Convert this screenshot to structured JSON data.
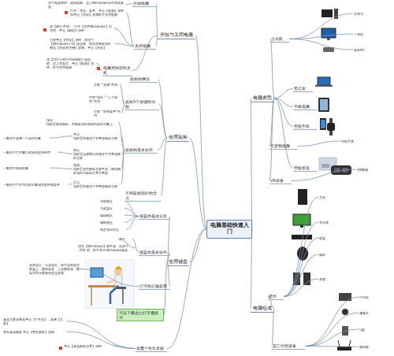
{
  "diagram": {
    "nodes": [
      {
        "text": [
          "电脑基础快速入门"
        ]
      },
      {
        "text": [
          "电脑类型"
        ]
      },
      {
        "text": [
          "台式机"
        ]
      },
      {
        "text": [
          "分体式"
        ]
      },
      {
        "text": [
          "一体机"
        ]
      },
      {
        "text": [
          "迷你PC"
        ]
      },
      {
        "text": [
          "笔记本"
        ]
      },
      {
        "text": [
          "平板电脑"
        ]
      },
      {
        "text": [
          "智能手机"
        ]
      },
      {
        "text": [
          "可穿戴电脑"
        ]
      },
      {
        "text": [
          "智能手表"
        ]
      },
      {
        "text": [
          "智能家居"
        ]
      },
      {
        "text": [
          "VR设备"
        ]
      },
      {
        "text": [
          "VR眼镜"
        ]
      },
      {
        "text": [
          "电脑组成"
        ]
      },
      {
        "text": [
          "硬件"
        ]
      },
      {
        "text": [
          "主机"
        ]
      },
      {
        "text": [
          "显示器"
        ]
      },
      {
        "text": [
          "键盘"
        ]
      },
      {
        "text": [
          "鼠标"
        ]
      },
      {
        "text": [
          "音箱"
        ]
      },
      {
        "text": [
          "其它外部设备"
        ]
      },
      {
        "text": [
          "打印机"
        ]
      },
      {
        "text": [
          "摄像头"
        ]
      },
      {
        "text": [
          "U盘"
        ]
      },
      {
        "text": [
          "路由器"
        ]
      },
      {
        "text": [
          "开始与关闭电脑"
        ]
      },
      {
        "text": [
          "开始电脑"
        ]
      },
      {
        "text": [
          "按下电源按钮，启动电脑，进入Windows操作系统桌面"
        ]
      },
      {
        "text": [
          "关闭电脑"
        ]
      },
      {
        "text": [
          "打开「开始」菜单，单击【电源】按钮再单击【关机】选项即可关闭电脑"
        ]
      },
      {
        "text": [
          "按【Alt+F4】，打开【关闭Windows】对话框，单击【确定】按钮"
        ]
      },
      {
        "text": [
          "右键单击【开始】按钮，或按下【Windows+X】组合键，然后将鼠标指针移至【关机或注销】选项，单击【关机】"
        ]
      },
      {
        "text": [
          "电脑无响应时关机"
        ]
      },
      {
        "text": [
          "按【Ctrl+Alt+Delete】组合键，进入页面后，单击【电源】按钮，即可关闭电脑"
        ]
      },
      {
        "text": [
          "使用鼠标"
        ]
      },
      {
        "text": [
          "鼠标的握法"
        ]
      },
      {
        "text": [
          "鼠标5个按键的功能"
        ]
      },
      {
        "text": [
          "左键 “选择”作用"
        ]
      },
      {
        "text": [
          "中间“滚轮” “上下滚页”作用"
        ]
      },
      {
        "text": [
          "右键 “快捷菜单”作用"
        ]
      },
      {
        "text": [
          "鼠标的基本操作"
        ]
      },
      {
        "text": [
          "指向",
          "指的是移动鼠标，将鼠标指针移动到操作对象上"
        ]
      },
      {
        "text": [
          "单击",
          "指的是快速按下并释放鼠标左键"
        ]
      },
      {
        "text": [
          "双击",
          "指的是连续两次快速按下并释放鼠标左键"
        ]
      },
      {
        "text": [
          "拖拽",
          "指的是按住鼠标左键不放，移动鼠标指针到目标位置后释放"
        ]
      },
      {
        "text": [
          "右击",
          "指的是快速按下并释放鼠标右键"
        ]
      },
      {
        "text": [
          "一般用于选择一个操作对象"
        ]
      },
      {
        "text": [
          "一般用于打开窗口或启动应用程序"
        ]
      },
      {
        "text": [
          "一般用于移动对象"
        ]
      },
      {
        "text": [
          "一般用于打开与当前对象相关的快捷菜单"
        ]
      },
      {
        "text": [
          "不同鼠标指针的含义"
        ]
      },
      {
        "text": [
          "使用键盘"
        ]
      },
      {
        "text": [
          "键盘的基本分区"
        ]
      },
      {
        "text": [
          "功能键区"
        ]
      },
      {
        "text": [
          "主键盘区"
        ]
      },
      {
        "text": [
          "编辑键区"
        ]
      },
      {
        "text": [
          "辅助键区"
        ]
      },
      {
        "text": [
          "状态指示灯区"
        ]
      },
      {
        "text": [
          "键盘的基本操作"
        ]
      },
      {
        "text": [
          "按下"
        ]
      },
      {
        "text": [
          "按住【Windows】键不放，再按下【D】键，即可显示Windows桌面"
        ]
      },
      {
        "text": [
          "打字的正确姿势"
        ]
      },
      {
        "text": [
          "身体坐正，全身放松，双手自然放在键盘上，腰部挺直，上身微前倾，眼睛与显示器保持适当距离"
        ]
      },
      {
        "text": [
          "可以下载金山打字通练习"
        ]
      },
      {
        "text": [
          "设置个性化桌面"
        ]
      },
      {
        "text": [
          "桌面主题背景色单击【个性化】，选择【主题】"
        ]
      },
      {
        "text": [
          "更改桌面图标 单击【更改图标】按钮"
        ]
      },
      {
        "text": [
          "单击【桌面图标设置】按钮"
        ]
      }
    ],
    "edges": [
      {
        "from": 0,
        "to": 1,
        "arrow": "none"
      },
      {
        "from": 0,
        "to": 14,
        "arrow": "none"
      },
      {
        "from": 0,
        "to": 26,
        "arrow": "none"
      },
      {
        "from": 0,
        "to": 35,
        "arrow": "none"
      },
      {
        "from": 0,
        "to": 52,
        "arrow": "none"
      },
      {
        "from": 0,
        "to": 65,
        "arrow": "none"
      },
      {
        "from": 1,
        "to": 2,
        "arrow": "none"
      },
      {
        "from": 1,
        "to": 6,
        "arrow": "none"
      },
      {
        "from": 1,
        "to": 7,
        "arrow": "none"
      },
      {
        "from": 1,
        "to": 8,
        "arrow": "none"
      },
      {
        "from": 1,
        "to": 9,
        "arrow": "none"
      },
      {
        "from": 1,
        "to": 11,
        "arrow": "none"
      },
      {
        "from": 1,
        "to": 12,
        "arrow": "none"
      },
      {
        "from": 2,
        "to": 3,
        "arrow": "none"
      },
      {
        "from": 2,
        "to": 4,
        "arrow": "none"
      },
      {
        "from": 2,
        "to": 5,
        "arrow": "none"
      },
      {
        "from": 9,
        "to": 10,
        "arrow": "none"
      },
      {
        "from": 12,
        "to": 13,
        "arrow": "none"
      },
      {
        "from": 14,
        "to": 15,
        "arrow": "none"
      },
      {
        "from": 14,
        "to": 21,
        "arrow": "none"
      },
      {
        "from": 15,
        "to": 16,
        "arrow": "none"
      },
      {
        "from": 15,
        "to": 17,
        "arrow": "none"
      },
      {
        "from": 15,
        "to": 18,
        "arrow": "none"
      },
      {
        "from": 15,
        "to": 19,
        "arrow": "none"
      },
      {
        "from": 15,
        "to": 20,
        "arrow": "none"
      },
      {
        "from": 21,
        "to": 22,
        "arrow": "none"
      },
      {
        "from": 21,
        "to": 23,
        "arrow": "none"
      },
      {
        "from": 21,
        "to": 24,
        "arrow": "none"
      },
      {
        "from": 21,
        "to": 25,
        "arrow": "none"
      },
      {
        "from": 26,
        "to": 27,
        "arrow": "none"
      },
      {
        "from": 26,
        "to": 29,
        "arrow": "none"
      },
      {
        "from": 26,
        "to": 33,
        "arrow": "none"
      },
      {
        "from": 27,
        "to": 28,
        "arrow": "none"
      },
      {
        "from": 29,
        "to": 30,
        "arrow": "none"
      },
      {
        "from": 29,
        "to": 31,
        "arrow": "none"
      },
      {
        "from": 29,
        "to": 32,
        "arrow": "none"
      },
      {
        "from": 33,
        "to": 34,
        "arrow": "none"
      },
      {
        "from": 35,
        "to": 36,
        "arrow": "none"
      },
      {
        "from": 35,
        "to": 37,
        "arrow": "none"
      },
      {
        "from": 35,
        "to": 41,
        "arrow": "none"
      },
      {
        "from": 35,
        "to": 51,
        "arrow": "none"
      },
      {
        "from": 37,
        "to": 38,
        "arrow": "none"
      },
      {
        "from": 37,
        "to": 39,
        "arrow": "none"
      },
      {
        "from": 37,
        "to": 40,
        "arrow": "none"
      },
      {
        "from": 41,
        "to": 42,
        "arrow": "none"
      },
      {
        "from": 41,
        "to": 43,
        "arrow": "none"
      },
      {
        "from": 41,
        "to": 44,
        "arrow": "none"
      },
      {
        "from": 41,
        "to": 45,
        "arrow": "none"
      },
      {
        "from": 41,
        "to": 46,
        "arrow": "none"
      },
      {
        "from": 43,
        "to": 47,
        "arrow": "none"
      },
      {
        "from": 44,
        "to": 48,
        "arrow": "none"
      },
      {
        "from": 45,
        "to": 49,
        "arrow": "none"
      },
      {
        "from": 46,
        "to": 50,
        "arrow": "none"
      },
      {
        "from": 52,
        "to": 53,
        "arrow": "none"
      },
      {
        "from": 52,
        "to": 59,
        "arrow": "none"
      },
      {
        "from": 52,
        "to": 62,
        "arrow": "none"
      },
      {
        "from": 52,
        "to": 64,
        "arrow": "none"
      },
      {
        "from": 53,
        "to": 54,
        "arrow": "none"
      },
      {
        "from": 53,
        "to": 55,
        "arrow": "none"
      },
      {
        "from": 53,
        "to": 56,
        "arrow": "none"
      },
      {
        "from": 53,
        "to": 57,
        "arrow": "none"
      },
      {
        "from": 53,
        "to": 58,
        "arrow": "none"
      },
      {
        "from": 59,
        "to": 60,
        "arrow": "none"
      },
      {
        "from": 60,
        "to": 61,
        "arrow": "none"
      },
      {
        "from": 62,
        "to": 63,
        "arrow": "none"
      },
      {
        "from": 65,
        "to": 66,
        "arrow": "none"
      },
      {
        "from": 65,
        "to": 67,
        "arrow": "none"
      },
      {
        "from": 65,
        "to": 68,
        "arrow": "none"
      }
    ]
  }
}
